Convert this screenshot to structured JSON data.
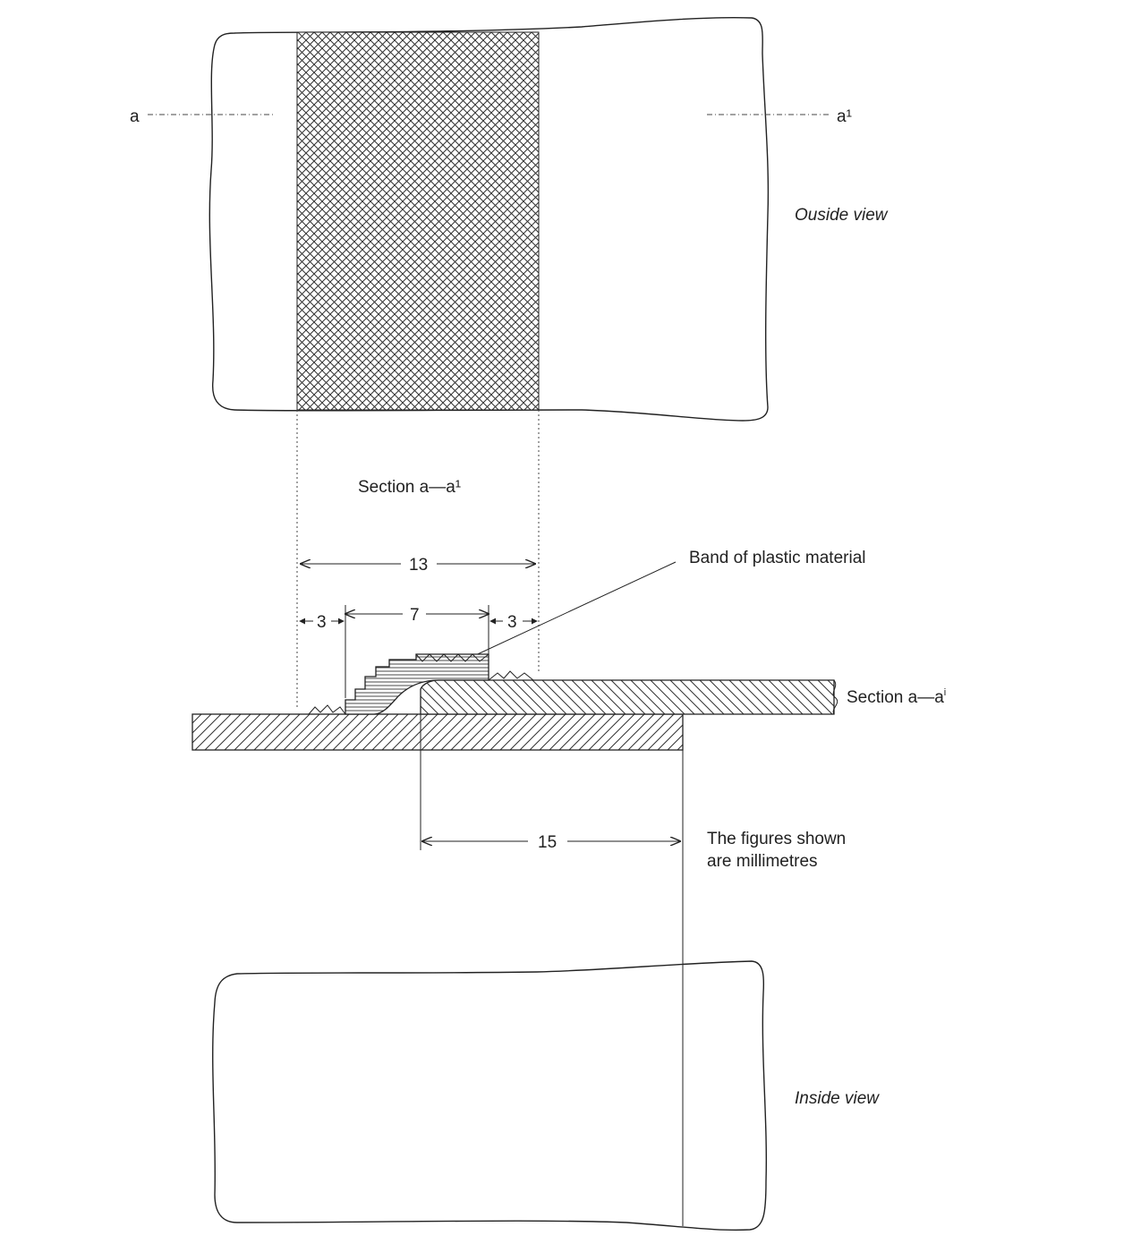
{
  "labels": {
    "cut_left": "a",
    "cut_right": "a¹",
    "outside_view": "Ouside view",
    "section_top": "Section a—a¹",
    "band": "Band of plastic material",
    "section_right": "Section a—a",
    "section_right_sup": "i",
    "note_line1": "The figures shown",
    "note_line2": "are millimetres",
    "inside_view": "Inside view"
  },
  "dimensions": {
    "overall": "13",
    "band_width": "7",
    "left_gap": "3",
    "right_gap": "3",
    "overlap": "15"
  },
  "colors": {
    "line": "#222222",
    "background": "#ffffff"
  }
}
